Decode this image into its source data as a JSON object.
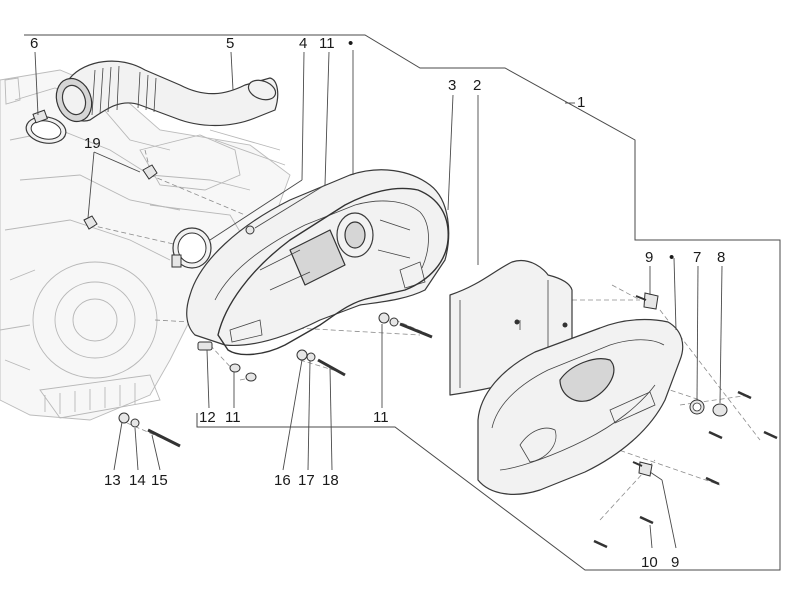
{
  "diagram": {
    "callouts": {
      "n1": "1",
      "n2": "2",
      "n3": "3",
      "n4": "4",
      "n5": "5",
      "n6": "6",
      "n7": "7",
      "n8": "8",
      "n9a": "9",
      "n9b": "9",
      "n10": "10",
      "n11a": "11",
      "n11b": "11",
      "n11c": "11",
      "n12": "12",
      "n13": "13",
      "n14": "14",
      "n15": "15",
      "n16": "16",
      "n17": "17",
      "n18": "18",
      "n19": "19"
    },
    "marker_dot": "•"
  }
}
